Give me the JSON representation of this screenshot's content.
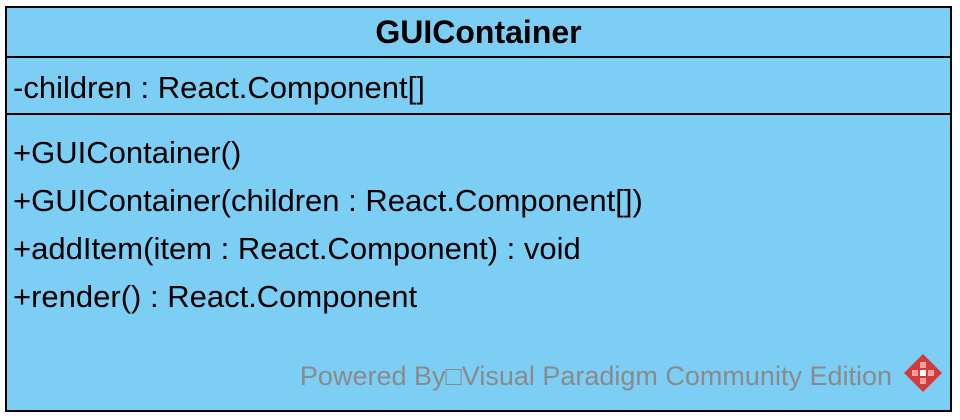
{
  "uml_class": {
    "name": "GUIContainer",
    "attributes": [
      "-children : React.Component[]"
    ],
    "operations": [
      "+GUIContainer()",
      "+GUIContainer(children : React.Component[])",
      "+addItem(item : React.Component) : void",
      "+render() : React.Component"
    ],
    "fill_color": "#7dcef5"
  },
  "watermark": {
    "text": "Powered By□Visual Paradigm Community Edition",
    "icon": "visual-paradigm-logo-icon",
    "color": "#8a8a8a"
  }
}
